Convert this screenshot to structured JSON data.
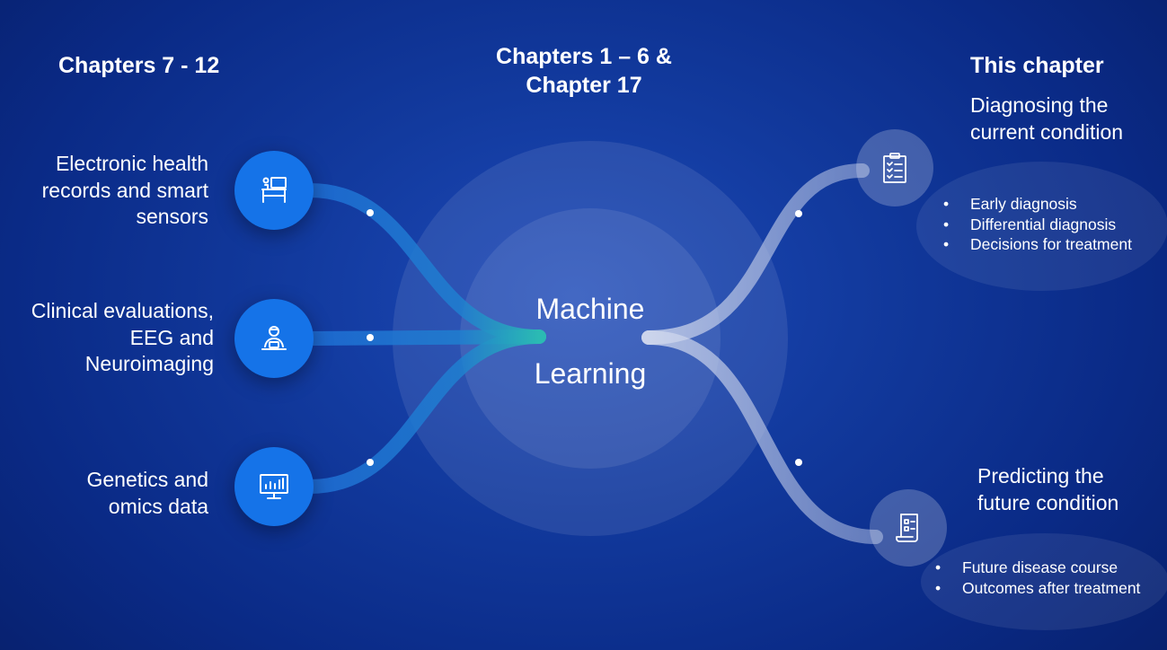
{
  "headings": {
    "left": "Chapters 7 - 12",
    "center_line1": "Chapters 1 – 6 &",
    "center_line2": "Chapter 17",
    "right": "This chapter"
  },
  "center": {
    "line1": "Machine",
    "line2": "Learning"
  },
  "inputs": [
    {
      "lines": [
        "Electronic health",
        "records and smart",
        "sensors"
      ],
      "icon": "desk-workstation-icon"
    },
    {
      "lines": [
        "Clinical evaluations,",
        "EEG and",
        "Neuroimaging"
      ],
      "icon": "clinician-icon"
    },
    {
      "lines": [
        "Genetics and",
        "omics data"
      ],
      "icon": "data-monitor-chart-icon"
    }
  ],
  "outputs": [
    {
      "title_lines": [
        "Diagnosing the",
        "current condition"
      ],
      "bullets": [
        "Early diagnosis",
        "Differential diagnosis",
        "Decisions for treatment"
      ],
      "icon": "clipboard-checklist-icon"
    },
    {
      "title_lines": [
        "Predicting the",
        "future condition"
      ],
      "bullets": [
        "Future disease course",
        "Outcomes after treatment"
      ],
      "icon": "report-document-icon"
    }
  ],
  "colors": {
    "background": "#0a2a86",
    "input_circle": "#1573e8",
    "input_wire": "#1f6fd6",
    "merge_wire": "#25b6b6",
    "output_wire": "#a9b7d9"
  }
}
